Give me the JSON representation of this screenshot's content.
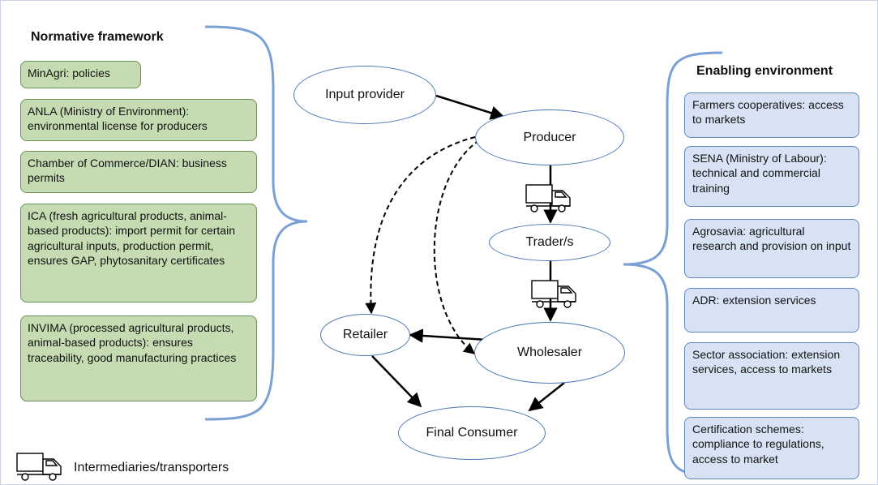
{
  "normative": {
    "heading": "Normative framework",
    "boxes": [
      "MinAgri: policies",
      "ANLA (Ministry of Environment): environmental license for producers",
      "Chamber of Commerce/DIAN: business permits",
      "ICA (fresh agricultural products, animal-based products): import permit for certain agricultural inputs, production permit, ensures GAP, phytosanitary certificates",
      "INVIMA (processed agricultural products, animal-based products): ensures traceability, good manufacturing practices"
    ]
  },
  "enabling": {
    "heading": "Enabling environment",
    "boxes": [
      "Farmers cooperatives: access to markets",
      "SENA (Ministry of Labour): technical and commercial training",
      "Agrosavia: agricultural research and provision on input",
      "ADR: extension services",
      "Sector association: extension services, access to markets",
      "Certification schemes: compliance to regulations, access to market"
    ]
  },
  "chain": {
    "input_provider": "Input provider",
    "producer": "Producer",
    "trader": "Trader/s",
    "retailer": "Retailer",
    "wholesaler": "Wholesaler",
    "final_consumer": "Final Consumer"
  },
  "legend": {
    "icon": "truck-icon",
    "label": "Intermediaries/transporters"
  },
  "colors": {
    "green_fill": "#c5dcb3",
    "green_border": "#6d8d55",
    "blue_fill": "#d7e3f4",
    "blue_border": "#5f86c1",
    "bracket": "#7aa0d4",
    "node_border": "#4b76b8"
  }
}
